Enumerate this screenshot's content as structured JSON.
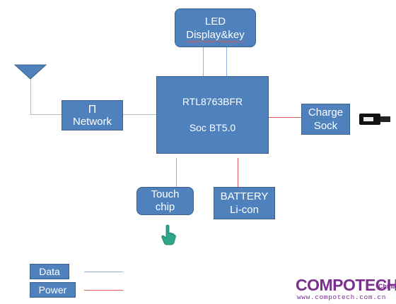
{
  "blocks": {
    "led": {
      "line1": "LED",
      "line2": "Display&key"
    },
    "soc": {
      "line1": "RTL8763BFR",
      "line2": "Soc BT5.0"
    },
    "network": {
      "symbol": "Π",
      "label": "Network"
    },
    "charge": {
      "line1": "Charge",
      "line2": "Sock"
    },
    "touch": {
      "line1": "Touch",
      "line2": "chip"
    },
    "battery": {
      "line1": "BATTERY",
      "line2": "Li-con"
    }
  },
  "legend": {
    "data_label": "Data",
    "power_label": "Power"
  },
  "colors": {
    "block_fill": "#4f81bd",
    "data_line": "#8fb0d8",
    "power_line": "#e05a5a",
    "brand": "#7b2f8f"
  },
  "icons": [
    "antenna-icon",
    "usb-cable-icon",
    "hand-pointer-icon"
  ],
  "watermark": {
    "brand": "COMPOTECH",
    "sub": "China",
    "url": "www.compotech.com.cn"
  }
}
